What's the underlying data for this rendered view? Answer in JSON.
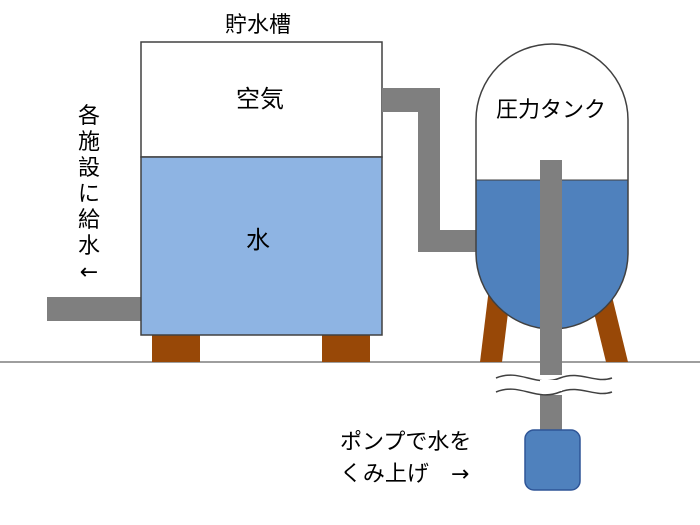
{
  "labels": {
    "tank_title": "貯水槽",
    "air": "空気",
    "water": "水",
    "pressure_tank": "圧力タンク",
    "pump_line1": "ポンプで水を",
    "pump_line2": "くみ上げ　→"
  },
  "supply_vertical": [
    "各",
    "施",
    "設",
    "に",
    "給",
    "水",
    "←"
  ],
  "colors": {
    "water_light": "#8eb4e3",
    "water_dark": "#4f81bd",
    "pipe": "#7f7f7f",
    "wood": "#984807",
    "outline": "#404040",
    "ground": "#7f7f7f"
  }
}
